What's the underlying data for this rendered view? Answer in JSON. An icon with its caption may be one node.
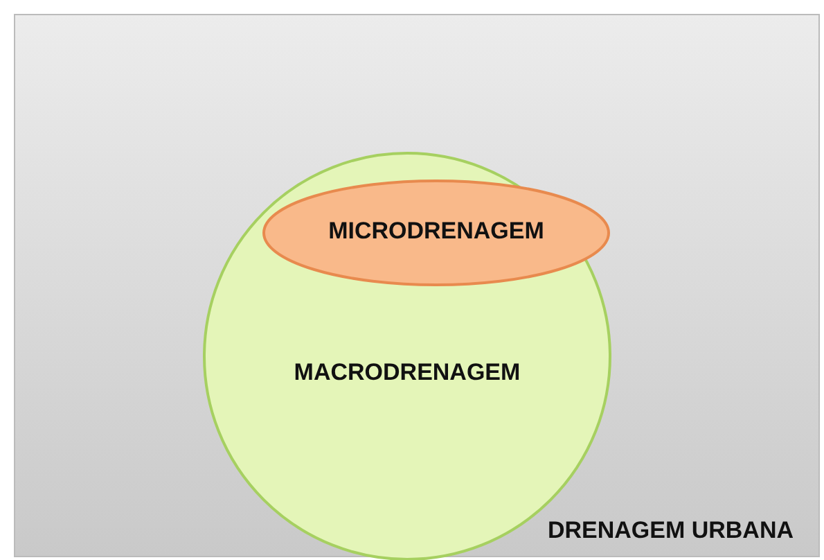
{
  "diagram": {
    "nodes": [
      {
        "text": [
          "DRENAGEM URBANA"
        ]
      },
      {
        "text": [
          "MACRODRENAGEM"
        ],
        "in": 0
      },
      {
        "text": [
          "MICRODRENAGEM"
        ],
        "in": 1
      }
    ]
  }
}
